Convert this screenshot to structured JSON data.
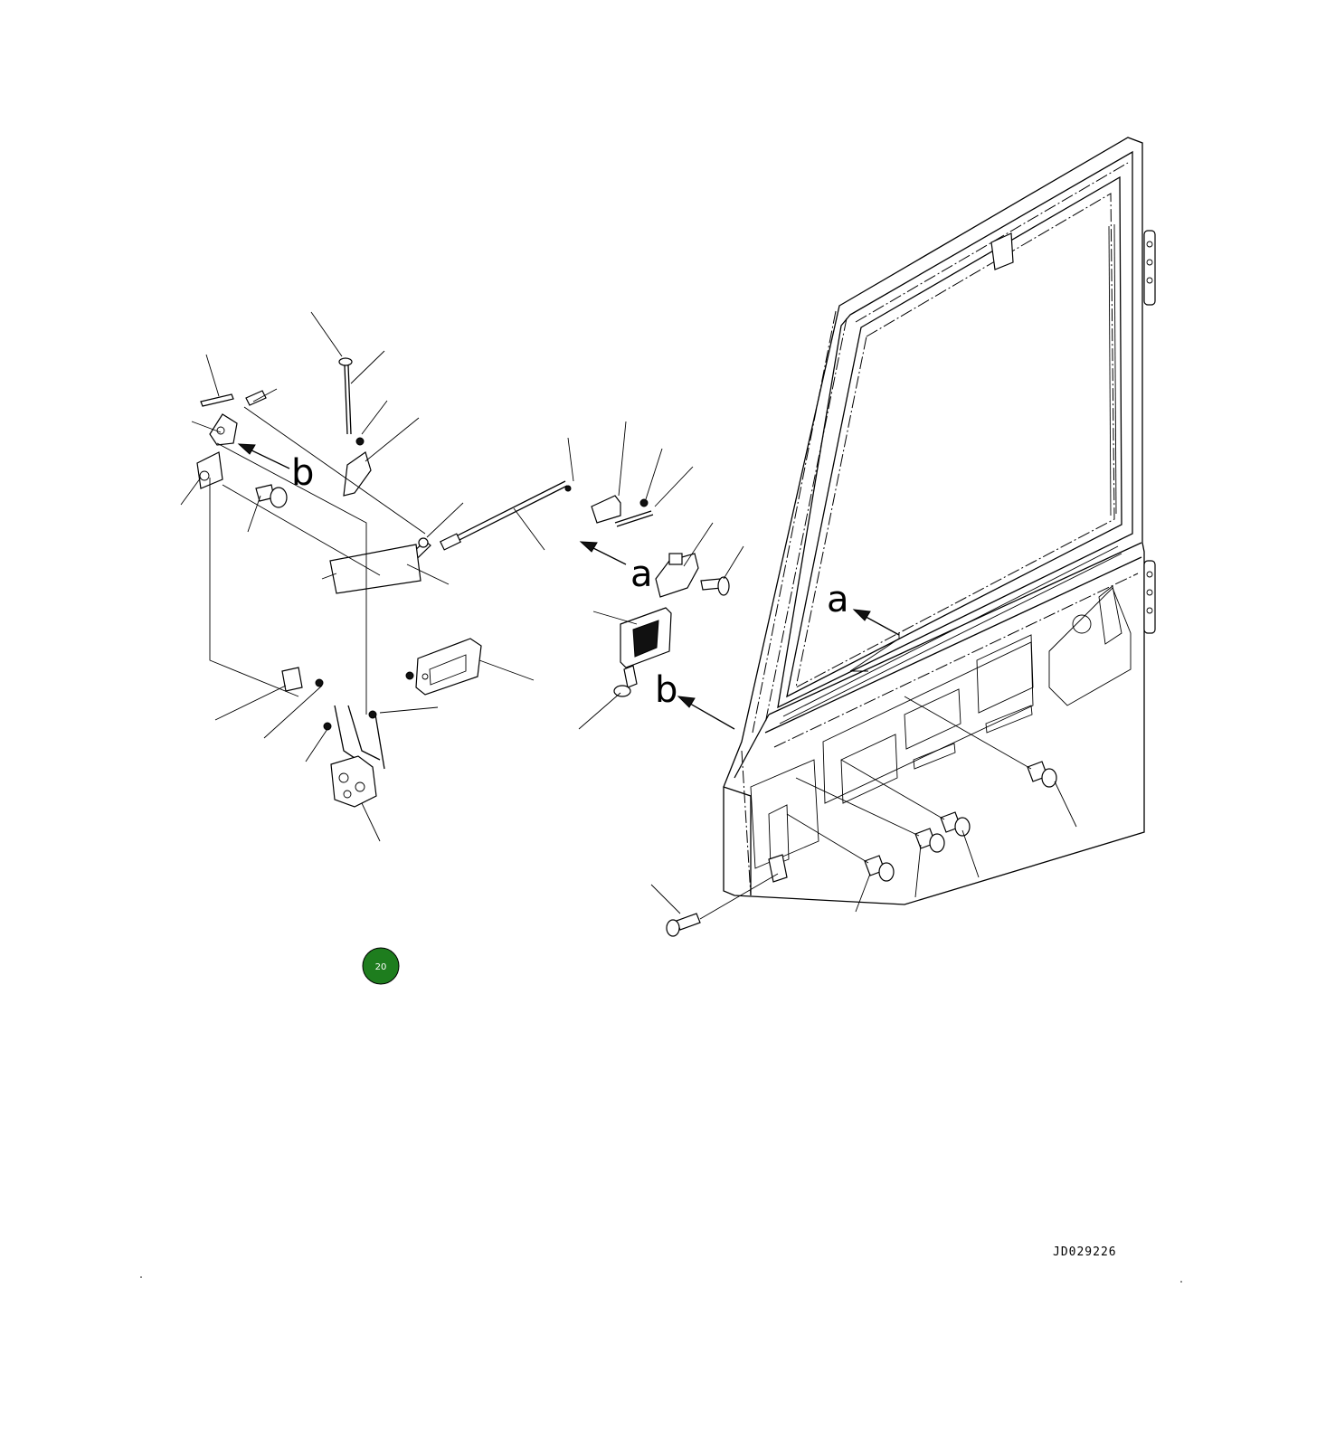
{
  "drawing": {
    "callouts": {
      "a_left": "a",
      "a_right": "a",
      "b_left": "b",
      "b_right": "b"
    },
    "badge": {
      "number": "20",
      "color": "#1e7d1e"
    },
    "drawing_code": "JD029226"
  }
}
